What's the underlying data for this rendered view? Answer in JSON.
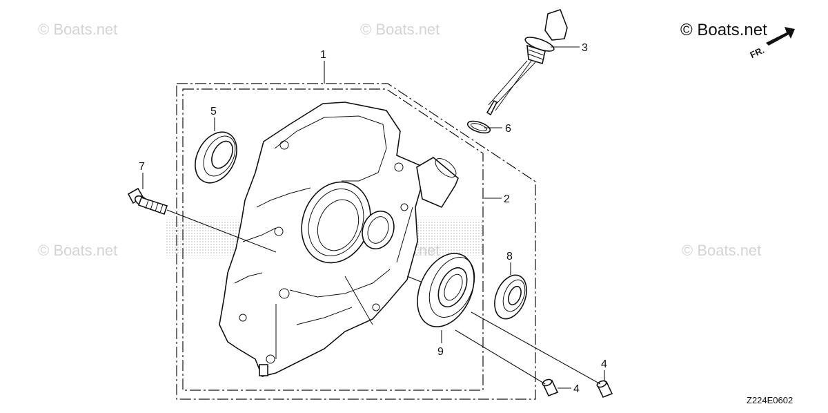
{
  "watermark": "© Boats.net",
  "brand": "© Boats.net",
  "front_label": "FR.",
  "diagram_code": "Z224E0602",
  "callouts": {
    "c1": "1",
    "c2": "2",
    "c3": "3",
    "c4a": "4",
    "c4b": "4",
    "c5": "5",
    "c6": "6",
    "c7": "7",
    "c8": "8",
    "c9": "9"
  }
}
